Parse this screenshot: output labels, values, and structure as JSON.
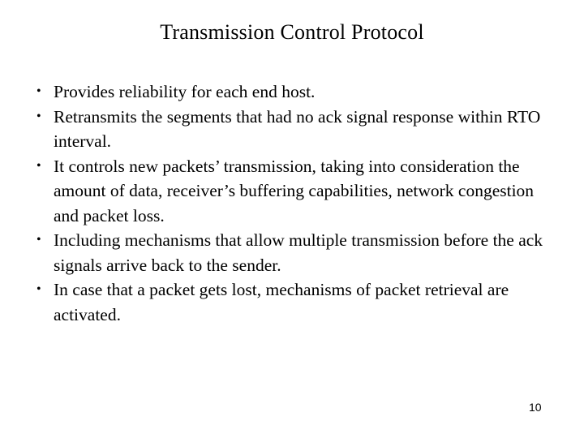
{
  "slide": {
    "title": "Transmission Control Protocol",
    "page_number": "10",
    "bullet_marker": "•",
    "background_color": "#ffffff",
    "text_color": "#000000",
    "bullets": [
      {
        "text": "Provides reliability for each end host."
      },
      {
        "text": "Retransmits the segments that had no ack signal response within RTO interval."
      },
      {
        "text": "It controls new packets’ transmission, taking into consideration the amount of data, receiver’s buffering capabilities, network congestion and packet loss."
      },
      {
        "text": "Including mechanisms that allow multiple transmission before the ack signals arrive back to the sender."
      },
      {
        "text": "In case that a packet gets lost, mechanisms of packet retrieval are activated."
      }
    ]
  }
}
